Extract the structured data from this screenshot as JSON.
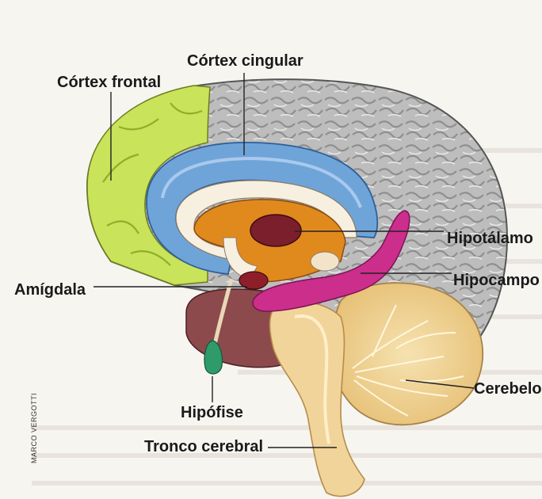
{
  "labels": {
    "cortex_cingular": "Córtex cingular",
    "cortex_frontal": "Córtex frontal",
    "hipotalamo": "Hipotálamo",
    "hipocampo": "Hipocampo",
    "amigdala": "Amígdala",
    "cerebelo": "Cerebelo",
    "hipofise": "Hipófise",
    "tronco_cerebral": "Tronco cerebral"
  },
  "credit": "MARCO VERGOTTI",
  "colors": {
    "frontal_cortex": "#c9e35a",
    "cingulate_cortex": "#6fa4d8",
    "gray_cortex": "#b9b9b9",
    "thalamus_region": "#e08a1e",
    "hypothalamus": "#7a1f2b",
    "hippocampus": "#cc2e8c",
    "amygdala": "#8e1f2a",
    "pituitary": "#2f9a6a",
    "brainstem": "#f1d49a",
    "cerebellum": "#efcf8c",
    "midbrain": "#8c4a4c",
    "background_text": "#d9d5cf"
  }
}
